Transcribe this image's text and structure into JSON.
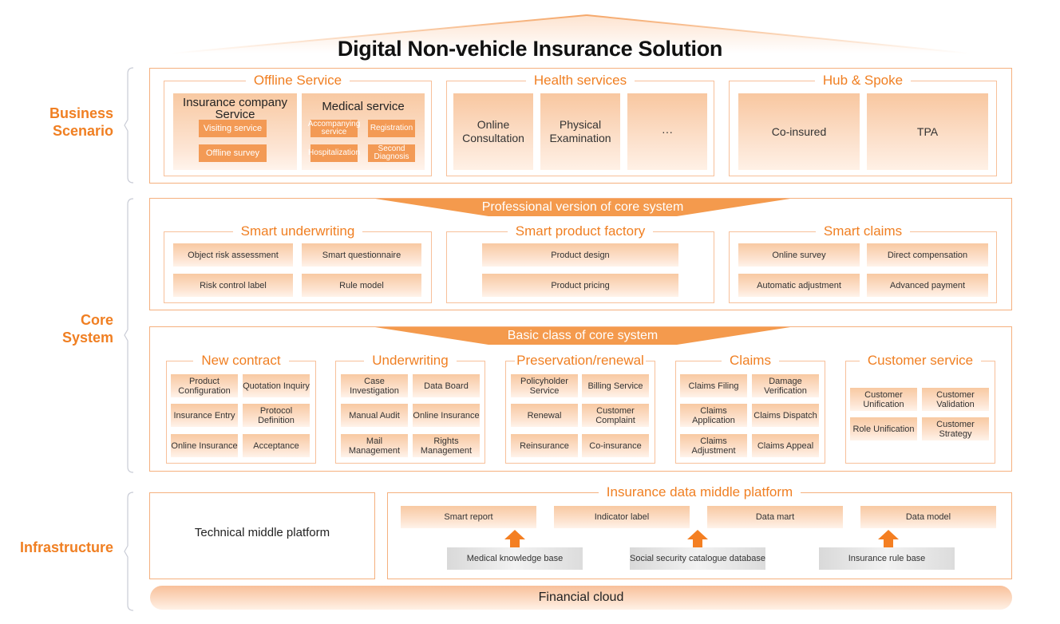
{
  "title": "Digital Non-vehicle Insurance Solution",
  "colors": {
    "accent": "#f07f22",
    "border": "#f5b07e",
    "banner": "#f49a4d",
    "cell_top": "#f8c9a2",
    "grey_cell": "#e0e0e0"
  },
  "layers": {
    "business": "Business Scenario",
    "business_lines": [
      "Business",
      "Scenario"
    ],
    "core": "Core System",
    "core_lines": [
      "Core",
      "System"
    ],
    "infra": "Infrastructure"
  },
  "business_scenario": {
    "offline_service": {
      "title": "Offline Service",
      "insurance_company": {
        "title": "Insurance company Service",
        "title_lines": [
          "Insurance company",
          "Service"
        ],
        "items": [
          "Visiting service",
          "Offline survey"
        ]
      },
      "medical": {
        "title": "Medical service",
        "items": [
          "Accompanying service",
          "Registration",
          "Hospitalization",
          "Second Diagnosis"
        ]
      }
    },
    "health_services": {
      "title": "Health services",
      "items": [
        "Online Consultation",
        "Physical Examination",
        "···"
      ]
    },
    "hub_spoke": {
      "title": "Hub & Spoke",
      "items": [
        "Co-insured",
        "TPA"
      ]
    }
  },
  "core_system": {
    "professional": {
      "banner": "Professional version of core system",
      "smart_underwriting": {
        "title": "Smart underwriting",
        "items": [
          "Object risk assessment",
          "Smart questionnaire",
          "Risk control label",
          "Rule model"
        ]
      },
      "smart_product_factory": {
        "title": "Smart product factory",
        "items": [
          "Product design",
          "Product pricing"
        ]
      },
      "smart_claims": {
        "title": "Smart claims",
        "items": [
          "Online survey",
          "Direct compensation",
          "Automatic adjustment",
          "Advanced payment"
        ]
      }
    },
    "basic": {
      "banner": "Basic class of core system",
      "new_contract": {
        "title": "New contract",
        "items": [
          "Product Configuration",
          "Quotation Inquiry",
          "Insurance Entry",
          "Protocol Definition",
          "Online Insurance",
          "Acceptance"
        ]
      },
      "underwriting": {
        "title": "Underwriting",
        "items": [
          "Case Investigation",
          "Data Board",
          "Manual Audit",
          "Online Insurance",
          "Mail Management",
          "Rights Management"
        ]
      },
      "preservation": {
        "title": "Preservation/renewal",
        "items": [
          "Policyholder Service",
          "Billing Service",
          "Renewal",
          "Customer Complaint",
          "Reinsurance",
          "Co-insurance"
        ]
      },
      "claims": {
        "title": "Claims",
        "items": [
          "Claims Filing",
          "Damage Verification",
          "Claims Application",
          "Claims Dispatch",
          "Claims Adjustment",
          "Claims Appeal"
        ]
      },
      "customer_service": {
        "title": "Customer service",
        "items": [
          "Customer Unification",
          "Customer Validation",
          "Role Unification",
          "Customer Strategy"
        ]
      }
    }
  },
  "infrastructure": {
    "technical_platform": "Technical middle platform",
    "data_platform": {
      "title": "Insurance data middle platform",
      "items": [
        "Smart report",
        "Indicator label",
        "Data mart",
        "Data model"
      ],
      "sources": [
        "Medical knowledge base",
        "Social security catalogue database",
        "Insurance rule base"
      ]
    },
    "financial_cloud": "Financial cloud"
  }
}
